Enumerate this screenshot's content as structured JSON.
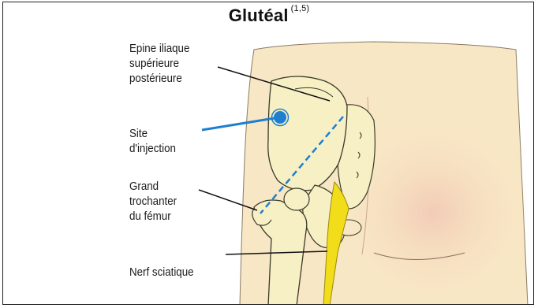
{
  "title": {
    "text": "Glutéal",
    "reference": "(1,5)"
  },
  "labels": {
    "epine_line1": "Epine iliaque",
    "epine_line2": "supérieure",
    "epine_line3": "postérieure",
    "site_line1": "Site",
    "site_line2": "d'injection",
    "trochanter_line1": "Grand",
    "trochanter_line2": "trochanter",
    "trochanter_line3": "du fémur",
    "nerf": "Nerf sciatique"
  },
  "colors": {
    "skin": "#f8e7c5",
    "bone": "#f6f0c4",
    "bone_outline": "#3a3a2a",
    "nerve": "#f2dd1a",
    "marker": "#1e7fd0",
    "buttock_shade": "#f1c6b4"
  }
}
